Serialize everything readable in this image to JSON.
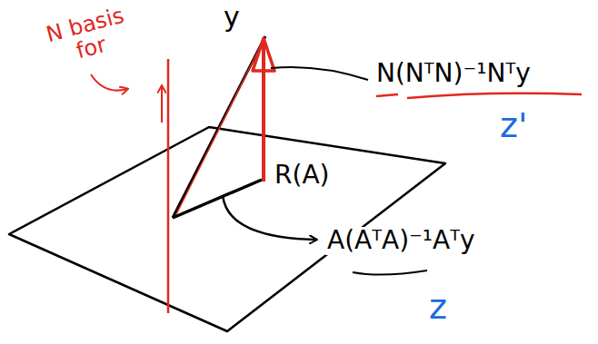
{
  "diagram": {
    "labels": [
      "N basis for",
      "y",
      "N(NᵀN)⁻¹Nᵀy",
      "z'",
      "R(A)",
      "A(AᵀA)⁻¹Aᵀy",
      "z"
    ]
  }
}
